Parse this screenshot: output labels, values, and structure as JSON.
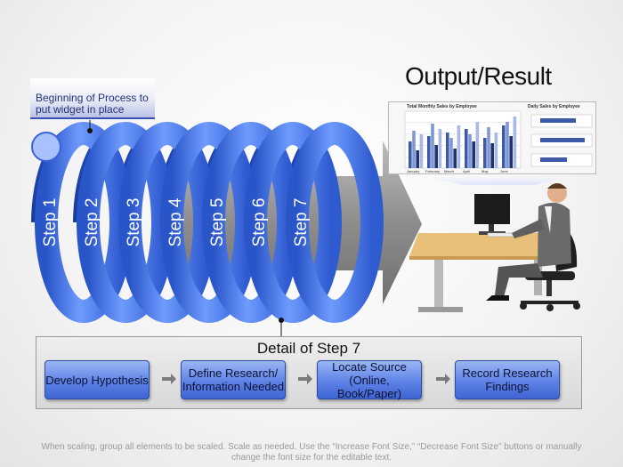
{
  "callout": {
    "text": "Beginning of Process to put widget in place"
  },
  "coil": {
    "steps": [
      "Step 1",
      "Step 2",
      "Step 3",
      "Step 4",
      "Step 5",
      "Step 6",
      "Step 7"
    ]
  },
  "output": {
    "title": "Output/Result",
    "chart_left_title": "Total Monthly Sales by Employee",
    "chart_left_months": [
      "January",
      "February",
      "March",
      "April",
      "May",
      "June"
    ],
    "chart_right_title": "Daily Sales by Employee"
  },
  "detail": {
    "title": "Detail of Step 7",
    "steps": [
      {
        "label": "Develop Hypothesis"
      },
      {
        "label": "Define Research/ Information Needed"
      },
      {
        "label": "Locate Source (Online, Book/Paper)"
      },
      {
        "label": "Record Research Findings"
      }
    ]
  },
  "footer": {
    "text": "When scaling, group all elements to be scaled. Scale as needed. Use the “Increase Font Size,” “Decrease Font Size” buttons or manually change the font size for the editable text."
  },
  "colors": {
    "coil_blue": "#4a7df0",
    "box_blue": "#5d82e6",
    "arrow_gray": "#8a8a8a"
  }
}
